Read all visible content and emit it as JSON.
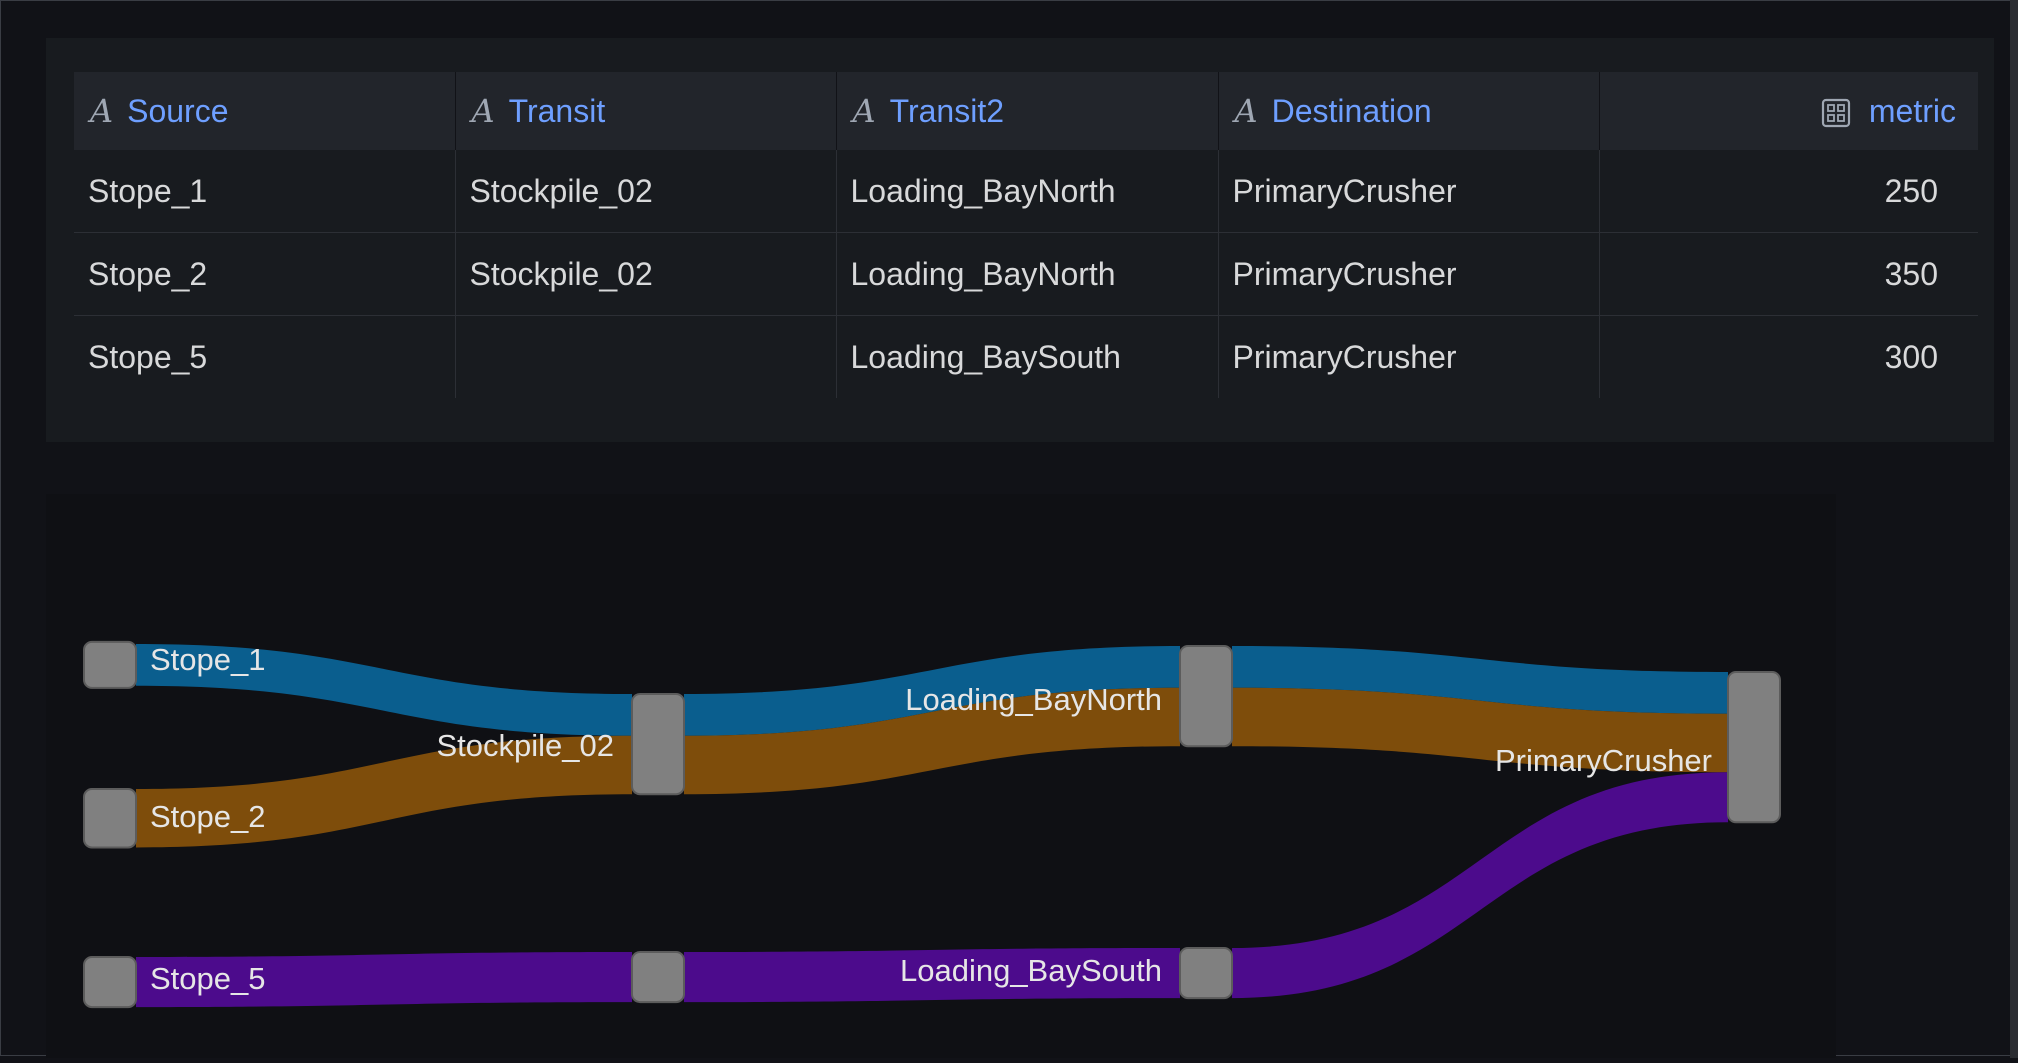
{
  "table": {
    "columns": [
      {
        "label": "Source",
        "type": "string"
      },
      {
        "label": "Transit",
        "type": "string"
      },
      {
        "label": "Transit2",
        "type": "string"
      },
      {
        "label": "Destination",
        "type": "string"
      },
      {
        "label": "metric",
        "type": "number"
      }
    ],
    "rows": [
      [
        "Stope_1",
        "Stockpile_02",
        "Loading_BayNorth",
        "PrimaryCrusher",
        "250"
      ],
      [
        "Stope_2",
        "Stockpile_02",
        "Loading_BayNorth",
        "PrimaryCrusher",
        "350"
      ],
      [
        "Stope_5",
        "",
        "Loading_BaySouth",
        "PrimaryCrusher",
        "300"
      ]
    ]
  },
  "colors": {
    "stope_1": "#0a5e8e",
    "stope_2": "#7e4d0b",
    "stope_5": "#4c0b8c",
    "node": "#808080",
    "header_text": "#6e9fff"
  },
  "chart_data": {
    "type": "sankey",
    "nodes": [
      "Stope_1",
      "Stope_2",
      "Stope_5",
      "Stockpile_02",
      "Loading_BayNorth",
      "Loading_BaySouth",
      "PrimaryCrusher"
    ],
    "paths": [
      {
        "nodes": [
          "Stope_1",
          "Stockpile_02",
          "Loading_BayNorth",
          "PrimaryCrusher"
        ],
        "value": 250
      },
      {
        "nodes": [
          "Stope_2",
          "Stockpile_02",
          "Loading_BayNorth",
          "PrimaryCrusher"
        ],
        "value": 350
      },
      {
        "nodes": [
          "Stope_5",
          "Loading_BaySouth",
          "PrimaryCrusher"
        ],
        "value": 300
      }
    ]
  }
}
